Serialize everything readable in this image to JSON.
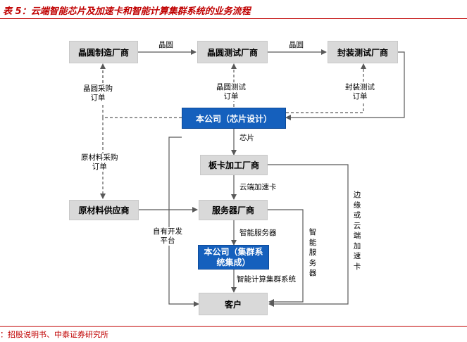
{
  "title": "表 5：云端智能芯片及加速卡和智能计算集群系统的业务流程",
  "source": "：招股说明书、中泰证券研究所",
  "nodes": {
    "fab": "晶圆制造厂商",
    "wafer_test": "晶圆测试厂商",
    "package_test": "封装测试厂商",
    "company_chip": "本公司（芯片设计）",
    "board_fab": "板卡加工厂商",
    "materials": "原材料供应商",
    "server": "服务器厂商",
    "company_cluster_l1": "本公司（集群系",
    "company_cluster_l2": "统集成）",
    "customer": "客户"
  },
  "edges": {
    "wafer1": "晶圆",
    "wafer2": "晶圆",
    "wafer_order_l1": "晶圆采购",
    "wafer_order_l2": "订单",
    "wafer_test_order_l1": "晶圆测试",
    "wafer_test_order_l2": "订单",
    "pkg_order_l1": "封装测试",
    "pkg_order_l2": "订单",
    "chip": "芯片",
    "raw_order_l1": "原材料采购",
    "raw_order_l2": "订单",
    "cloud_card": "云端加速卡",
    "smart_server": "智能服务器",
    "smart_cluster": "智能计算集群系统",
    "own_platform_l1": "自有开发",
    "own_platform_l2": "平台",
    "smart_server_v": "智能服务器",
    "edge_or_cloud_v": "边缘或云端加速卡"
  }
}
